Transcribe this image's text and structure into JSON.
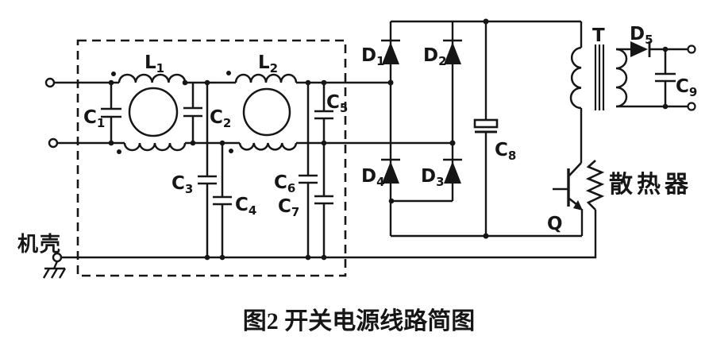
{
  "figure": {
    "caption": "图2 开关电源线路简图",
    "type": "switching-power-supply-schematic"
  },
  "colors": {
    "ink": "#161616",
    "background": "#ffffff"
  },
  "labels": {
    "L1": {
      "base": "L",
      "sub": "1"
    },
    "L2": {
      "base": "L",
      "sub": "2"
    },
    "C1": {
      "base": "C",
      "sub": "1"
    },
    "C2": {
      "base": "C",
      "sub": "2"
    },
    "C3": {
      "base": "C",
      "sub": "3"
    },
    "C4": {
      "base": "C",
      "sub": "4"
    },
    "C5": {
      "base": "C",
      "sub": "5"
    },
    "C6": {
      "base": "C",
      "sub": "6"
    },
    "C7": {
      "base": "C",
      "sub": "7"
    },
    "C8": {
      "base": "C",
      "sub": "8"
    },
    "C9": {
      "base": "C",
      "sub": "9"
    },
    "D1": {
      "base": "D",
      "sub": "1"
    },
    "D2": {
      "base": "D",
      "sub": "2"
    },
    "D3": {
      "base": "D",
      "sub": "3"
    },
    "D4": {
      "base": "D",
      "sub": "4"
    },
    "D5": {
      "base": "D",
      "sub": "5"
    },
    "T": {
      "base": "T",
      "sub": ""
    },
    "Q": {
      "base": "Q",
      "sub": ""
    }
  },
  "annotations": {
    "heatsink": "散热器",
    "chassis": "机壳"
  },
  "components": [
    {
      "ref": "C1",
      "kind": "filter-capacitor"
    },
    {
      "ref": "L1",
      "kind": "common-mode-choke"
    },
    {
      "ref": "C2",
      "kind": "filter-capacitor"
    },
    {
      "ref": "C3",
      "kind": "line-to-ground-capacitor"
    },
    {
      "ref": "C4",
      "kind": "line-to-ground-capacitor"
    },
    {
      "ref": "L2",
      "kind": "common-mode-choke"
    },
    {
      "ref": "C5",
      "kind": "filter-capacitor"
    },
    {
      "ref": "C6",
      "kind": "line-to-ground-capacitor"
    },
    {
      "ref": "C7",
      "kind": "line-to-ground-capacitor"
    },
    {
      "ref": "D1",
      "kind": "bridge-rectifier-diode"
    },
    {
      "ref": "D2",
      "kind": "bridge-rectifier-diode"
    },
    {
      "ref": "D3",
      "kind": "bridge-rectifier-diode"
    },
    {
      "ref": "D4",
      "kind": "bridge-rectifier-diode"
    },
    {
      "ref": "C8",
      "kind": "bulk-electrolytic-capacitor"
    },
    {
      "ref": "T",
      "kind": "transformer"
    },
    {
      "ref": "D5",
      "kind": "output-rectifier-diode"
    },
    {
      "ref": "C9",
      "kind": "output-filter-capacitor"
    },
    {
      "ref": "Q",
      "kind": "switching-transistor"
    },
    {
      "ref": "heatsink",
      "kind": "heatsink"
    },
    {
      "ref": "chassis",
      "kind": "chassis-ground"
    }
  ]
}
